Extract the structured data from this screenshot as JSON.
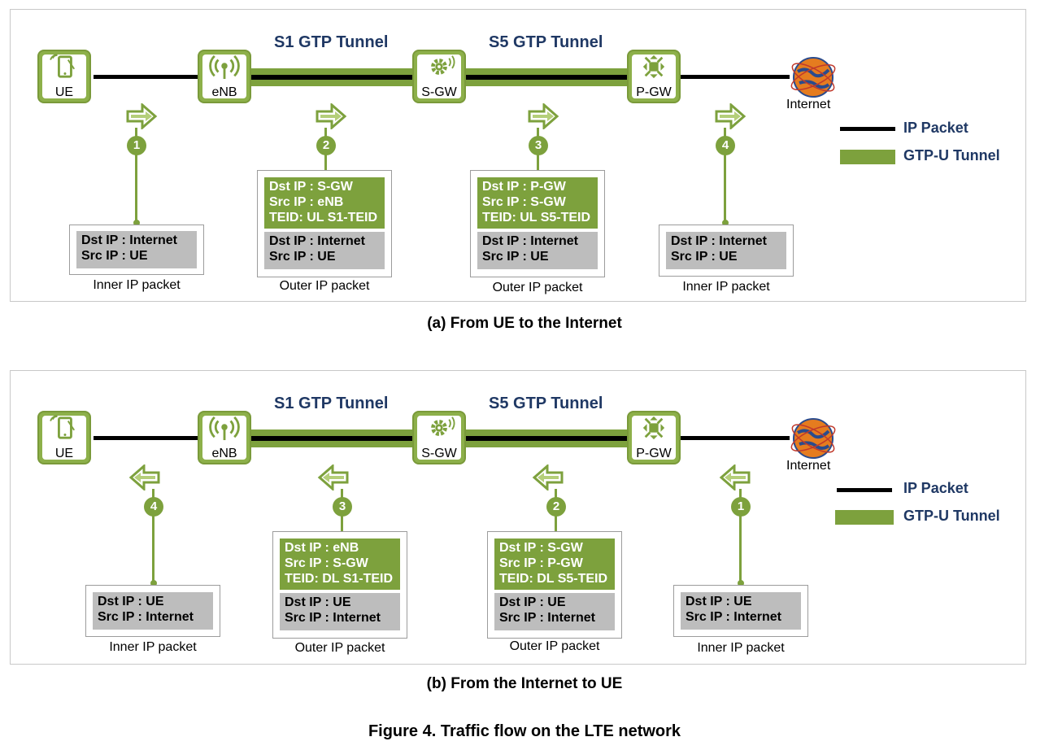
{
  "nodes": {
    "ue": "UE",
    "enb": "eNB",
    "sgw": "S-GW",
    "pgw": "P-GW",
    "internet": "Internet"
  },
  "tunnels": {
    "s1": "S1 GTP Tunnel",
    "s5": "S5 GTP Tunnel"
  },
  "legend": {
    "ip_packet": "IP Packet",
    "gtp_tunnel": "GTP-U Tunnel"
  },
  "panel_a": {
    "caption": "(a) From UE to the Internet",
    "steps": [
      "1",
      "2",
      "3",
      "4"
    ],
    "p1": {
      "gray": [
        "Dst IP : Internet",
        "Src IP : UE"
      ],
      "caption": "Inner IP packet"
    },
    "p2": {
      "green": [
        "Dst IP : S-GW",
        "Src IP : eNB",
        "TEID: UL S1-TEID"
      ],
      "gray": [
        "Dst IP : Internet",
        "Src IP : UE"
      ],
      "caption": "Outer IP packet"
    },
    "p3": {
      "green": [
        "Dst IP : P-GW",
        "Src IP : S-GW",
        "TEID: UL S5-TEID"
      ],
      "gray": [
        "Dst IP : Internet",
        "Src IP : UE"
      ],
      "caption": "Outer IP packet"
    },
    "p4": {
      "gray": [
        "Dst IP : Internet",
        "Src IP : UE"
      ],
      "caption": "Inner IP packet"
    }
  },
  "panel_b": {
    "caption": "(b) From the Internet to UE",
    "steps": [
      "4",
      "3",
      "2",
      "1"
    ],
    "p1": {
      "gray": [
        "Dst IP : UE",
        "Src IP : Internet"
      ],
      "caption": "Inner IP packet"
    },
    "p2": {
      "green": [
        "Dst IP : eNB",
        "Src IP : S-GW",
        "TEID: DL S1-TEID"
      ],
      "gray": [
        "Dst IP : UE",
        "Src IP : Internet"
      ],
      "caption": "Outer IP packet"
    },
    "p3": {
      "green": [
        "Dst IP : S-GW",
        "Src IP : P-GW",
        "TEID: DL S5-TEID"
      ],
      "gray": [
        "Dst IP : UE",
        "Src IP : Internet"
      ],
      "caption": "Outer IP packet"
    },
    "p4": {
      "gray": [
        "Dst IP : UE",
        "Src IP : Internet"
      ],
      "caption": "Inner IP packet"
    }
  },
  "figure_caption": "Figure 4. Traffic flow on the LTE network",
  "colors": {
    "green": "#7da13d",
    "navy": "#1f3864",
    "gray": "#bdbdbd"
  }
}
